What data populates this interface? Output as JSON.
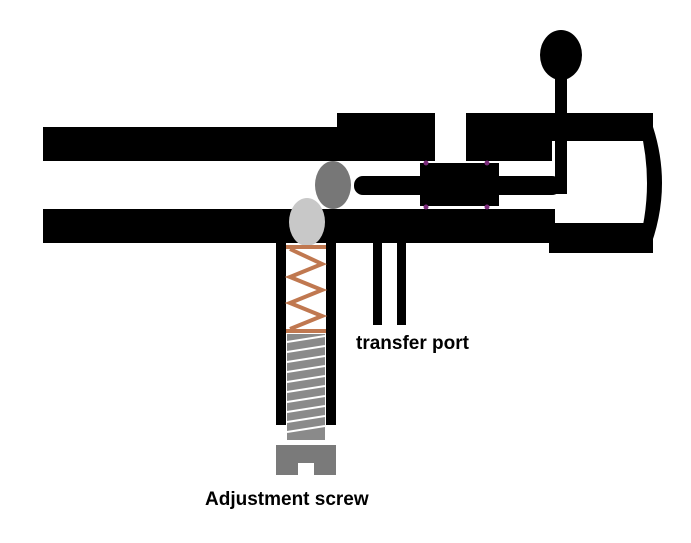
{
  "labels": {
    "transfer_port": "transfer port",
    "adjustment_screw": "Adjustment screw"
  },
  "colors": {
    "body": "#000000",
    "ball": "#777777",
    "poppet_head": "#c8c8c8",
    "spring": "#c07850",
    "screw": "#8a8a8a",
    "screw_thread": "#ffffff",
    "screw_base": "#7a7a7a",
    "seal_dots": "#7a2a7a",
    "background": "#ffffff"
  },
  "icons": [
    "valve-diagram"
  ]
}
